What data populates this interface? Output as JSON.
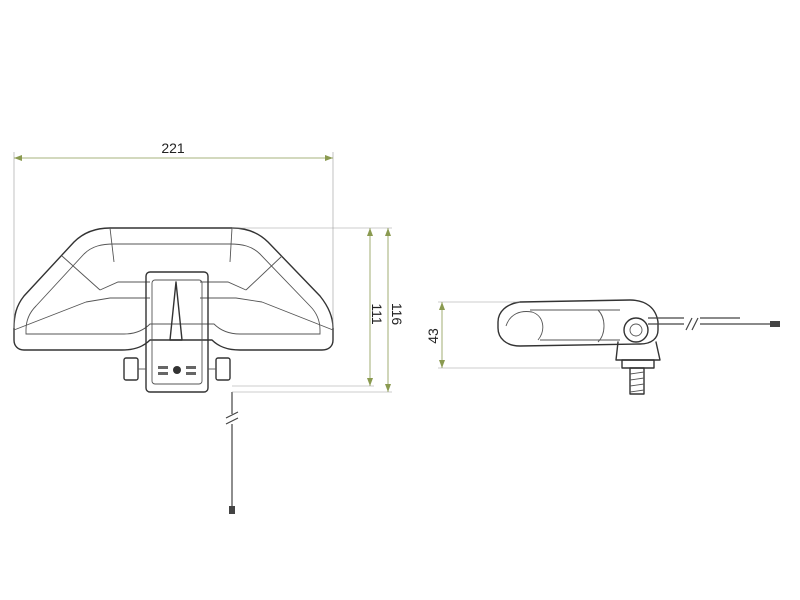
{
  "dimensions": {
    "overall_width": "221",
    "height_inner": "111",
    "height_outer": "116",
    "side_height": "43"
  },
  "colors": {
    "outline": "#333333",
    "dimension_line": "#8a9a50",
    "background": "#ffffff"
  }
}
